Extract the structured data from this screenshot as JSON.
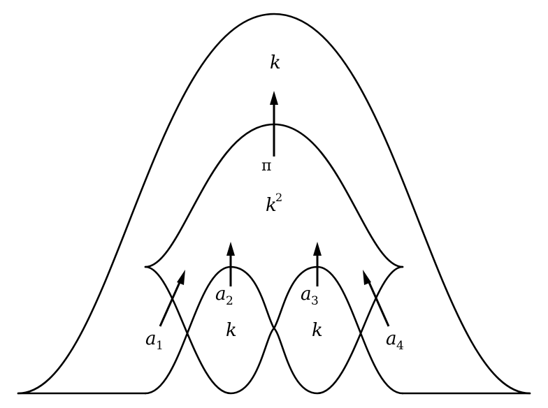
{
  "labels": {
    "top_region": "k",
    "middle_region": "k",
    "middle_region_exp": "2",
    "pi": "π",
    "left_region": "k",
    "right_region": "k",
    "a1_base": "a",
    "a1_sub": "1",
    "a2_base": "a",
    "a2_sub": "2",
    "a3_base": "a",
    "a3_sub": "3",
    "a4_base": "a",
    "a4_sub": "4"
  }
}
